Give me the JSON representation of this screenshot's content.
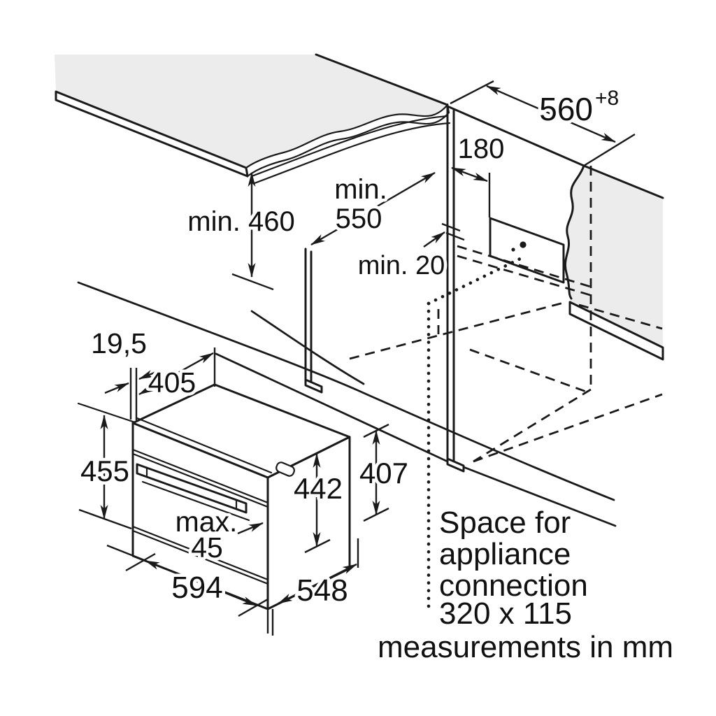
{
  "diagram": {
    "kind": "appliance installation drawing",
    "labels": {
      "niche_width": "560",
      "niche_width_tolerance": "+8",
      "connection_offset": "180",
      "niche_depth_prefix": "min.",
      "niche_depth_value": "550",
      "niche_height": "min. 460",
      "rear_clearance": "min. 20",
      "door_protrusion": "19,5",
      "body_depth_rear": "405",
      "appliance_height": "455",
      "body_height": "442",
      "rear_panel_height": "407",
      "plinth_prefix": "max.",
      "plinth_value": "45",
      "appliance_width": "594",
      "appliance_depth": "548",
      "note_line1": "Space for",
      "note_line2": "appliance",
      "note_line3": "connection",
      "note_line4": "320 x 115",
      "footer": "measurements in mm"
    },
    "colors": {
      "line": "#1a1a1a",
      "surface": "#ececec",
      "edge_fill": "#dedede",
      "background": "#ffffff"
    }
  }
}
